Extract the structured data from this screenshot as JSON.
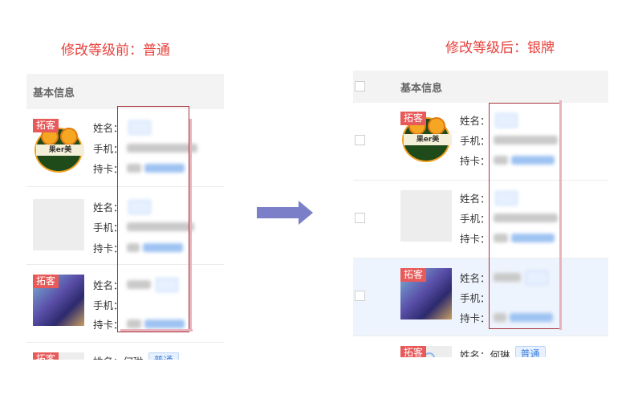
{
  "captions": {
    "before": "修改等级前：普通",
    "after": "修改等级后：银牌"
  },
  "panel": {
    "header_title": "基本信息"
  },
  "labels": {
    "name": "姓名：",
    "phone": "手机：",
    "card": "持卡："
  },
  "tag": "拓客",
  "logo_text": "果er美",
  "last_member": {
    "name": "何琳",
    "level": "普通"
  },
  "colors": {
    "caption": "#e8413c",
    "tag": "#e85a5a",
    "badge_text": "#3a7de0",
    "arrow": "#7b7fc7",
    "highlight_row": "#eef4fd"
  }
}
